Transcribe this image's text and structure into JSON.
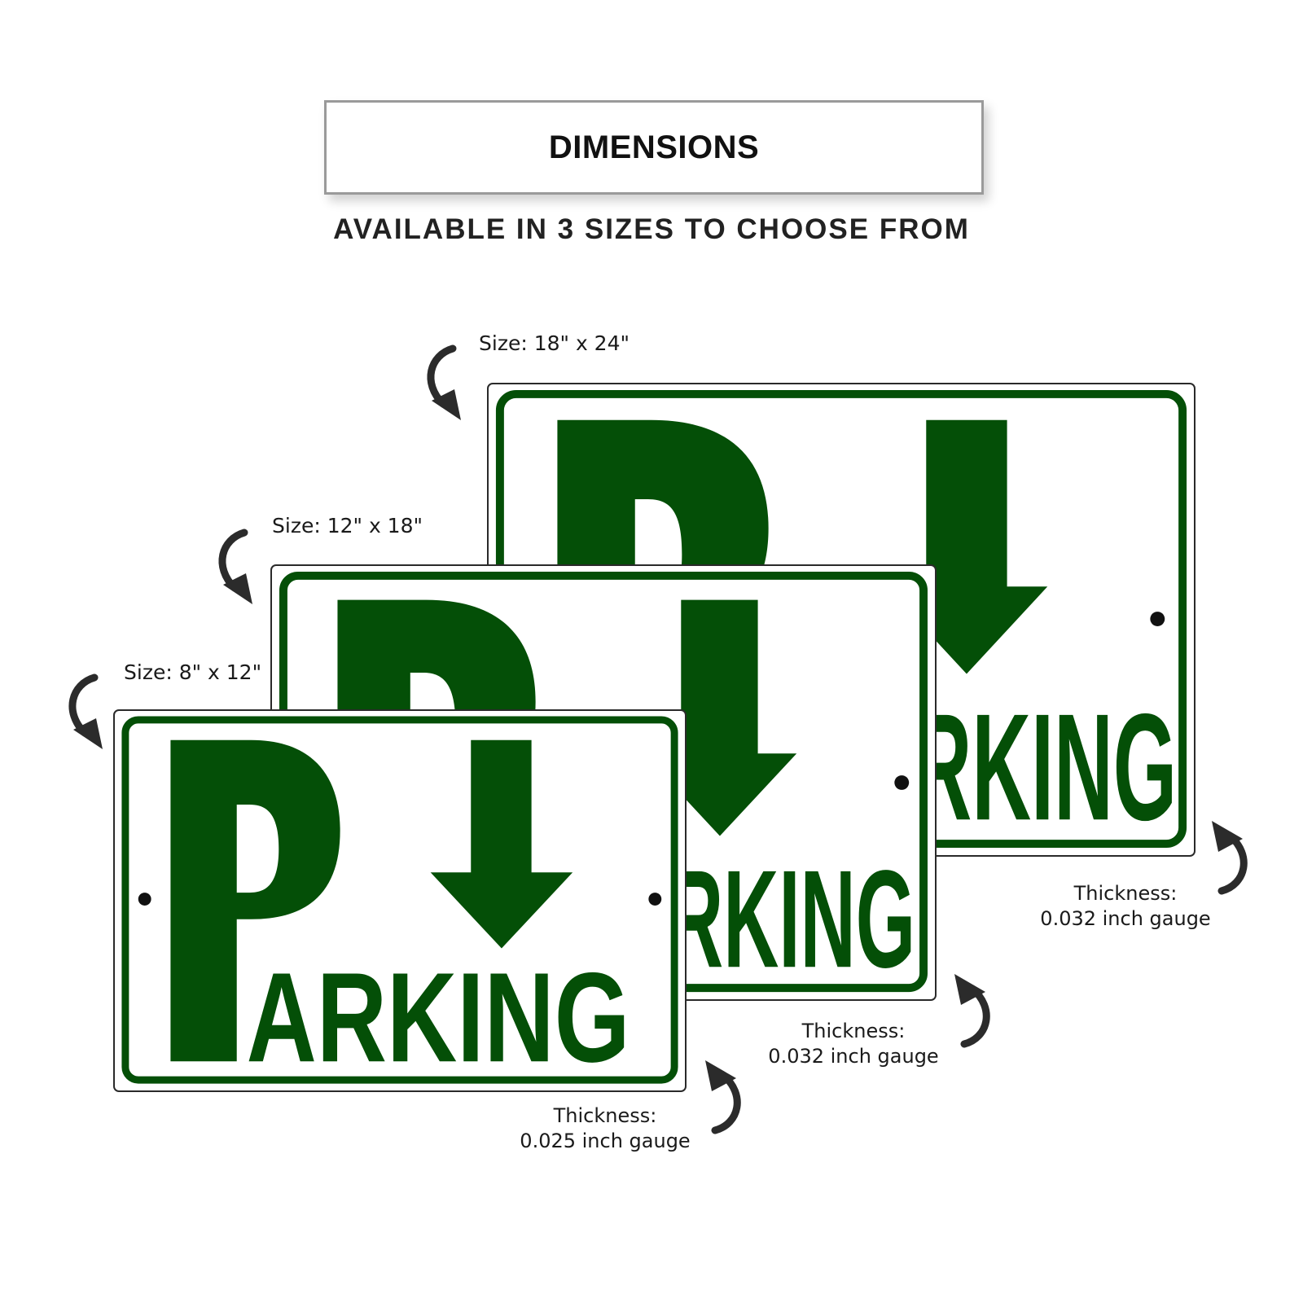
{
  "header": {
    "title": "DIMENSIONS",
    "subtitle": "AVAILABLE IN 3 SIZES TO CHOOSE FROM"
  },
  "colors": {
    "sign_green": "#044f07",
    "sign_background": "#ffffff",
    "header_border": "#9a9a9a",
    "curl_arrow": "#2b2b2b"
  },
  "icons": {
    "pointer": "curved-arrow-icon",
    "sign_arrow": "down-arrow-icon",
    "mounting_hole": "mounting-hole-icon"
  },
  "sign_text": {
    "big_letter": "P",
    "rest": "ARKING"
  },
  "signs": [
    {
      "size_label": "Size: 18\" x 24\"",
      "thickness_title": "Thickness:",
      "thickness_value": "0.032 inch gauge"
    },
    {
      "size_label": "Size: 12\" x 18\"",
      "thickness_title": "Thickness:",
      "thickness_value": "0.032 inch gauge"
    },
    {
      "size_label": "Size: 8\" x 12\"",
      "thickness_title": "Thickness:",
      "thickness_value": "0.025 inch gauge"
    }
  ]
}
